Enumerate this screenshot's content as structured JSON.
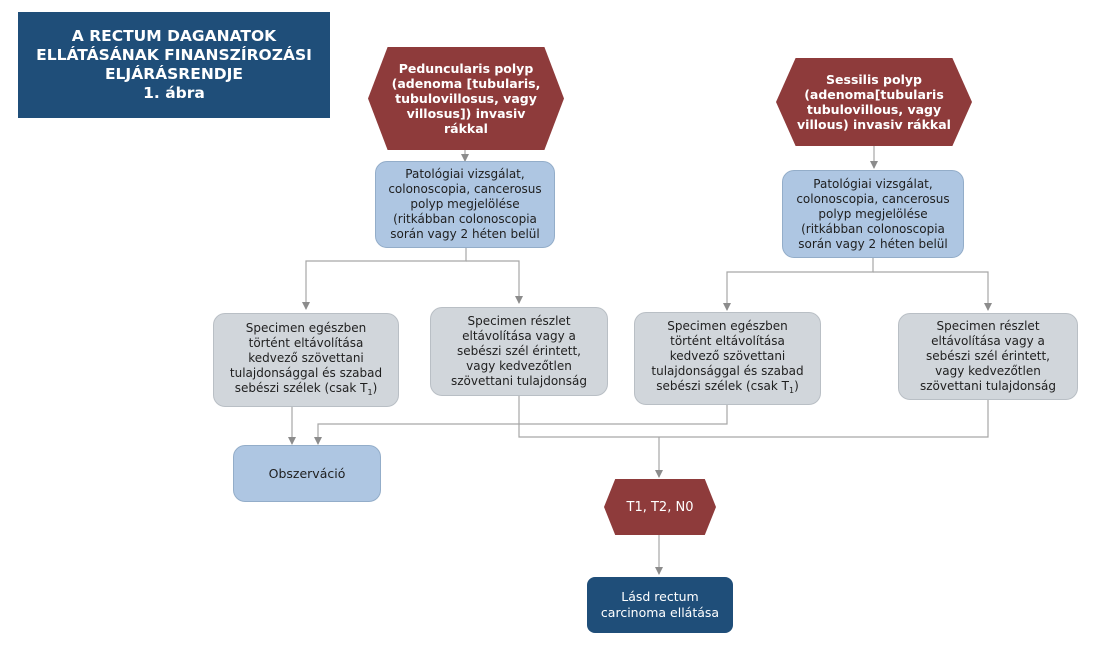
{
  "title": {
    "lines": [
      "A RECTUM DAGANATOK",
      "ELLÁTÁSÁNAK FINANSZÍROZÁSI",
      "ELJÁRÁSRENDJE",
      "1. ábra"
    ]
  },
  "nodes": {
    "pedunculated": {
      "lines": [
        "Peduncularis polyp",
        "(adenoma [tubularis,",
        "tubulovillosus, vagy",
        "villosus])  invasiv",
        "rákkal"
      ]
    },
    "sessile": {
      "lines": [
        "Sessilis polyp",
        "(adenoma[tubularis",
        "tubulovillous, vagy",
        "villous) invasiv rákkal"
      ]
    },
    "pathology_left": {
      "lines": [
        "Patológiai vizsgálat,",
        "colonoscopia, cancerosus",
        "polyp megjelölése",
        "(ritkábban colonoscopia",
        "során vagy 2 héten belül"
      ]
    },
    "pathology_right": {
      "lines": [
        "Patológiai vizsgálat,",
        "colonoscopia, cancerosus",
        "polyp megjelölése",
        "(ritkábban colonoscopia",
        "során vagy 2 héten belül"
      ]
    },
    "complete_left": {
      "lines": [
        "Specimen egészben",
        "történt eltávolítása",
        "kedvező szövettani",
        "tulajdonsággal és szabad"
      ],
      "last_line": "sebészi szélek (csak T",
      "subscript": "1",
      "close": ")"
    },
    "partial_left": {
      "lines": [
        "Specimen részlet",
        "eltávolítása vagy a",
        "sebészi szél érintett,",
        "vagy kedvezőtlen",
        "szövettani tulajdonság"
      ]
    },
    "complete_right": {
      "lines": [
        "Specimen egészben",
        "történt eltávolítása",
        "kedvező szövettani",
        "tulajdonsággal és szabad"
      ],
      "last_line": "sebészi szélek (csak T",
      "subscript": "1",
      "close": ")"
    },
    "partial_right": {
      "lines": [
        "Specimen részlet",
        "eltávolítása vagy a",
        "sebészi szél érintett,",
        "vagy kedvezőtlen",
        "szövettani tulajdonság"
      ]
    },
    "observation": {
      "lines": [
        "Obszerváció"
      ]
    },
    "stage": {
      "lines": [
        "T1, T2, N0"
      ]
    },
    "rectum_care": {
      "lines": [
        "Lásd rectum",
        "carcinoma ellátása"
      ]
    }
  },
  "colors": {
    "title_bg": "#1f4e79",
    "hexagon": "#8e3b3b",
    "light_blue": "#aec6e2",
    "gray": "#d1d6db",
    "navy": "#1f4e79",
    "connector": "#a6a6a6"
  }
}
